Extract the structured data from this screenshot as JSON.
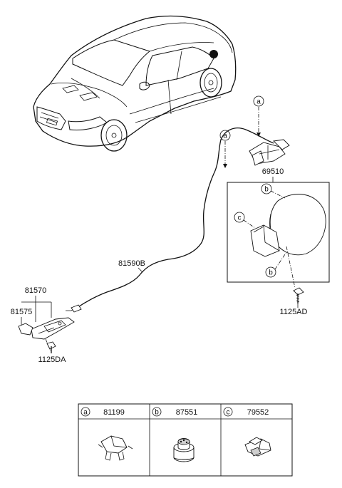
{
  "labels": {
    "p69510": "69510",
    "p81590B": "81590B",
    "p81570": "81570",
    "p81575": "81575",
    "p1125DA": "1125DA",
    "p1125AD": "1125AD"
  },
  "callouts": {
    "a": "a",
    "b": "b",
    "c": "c"
  },
  "legend": [
    {
      "letter": "a",
      "part": "81199"
    },
    {
      "letter": "b",
      "part": "87551"
    },
    {
      "letter": "c",
      "part": "79552"
    }
  ]
}
